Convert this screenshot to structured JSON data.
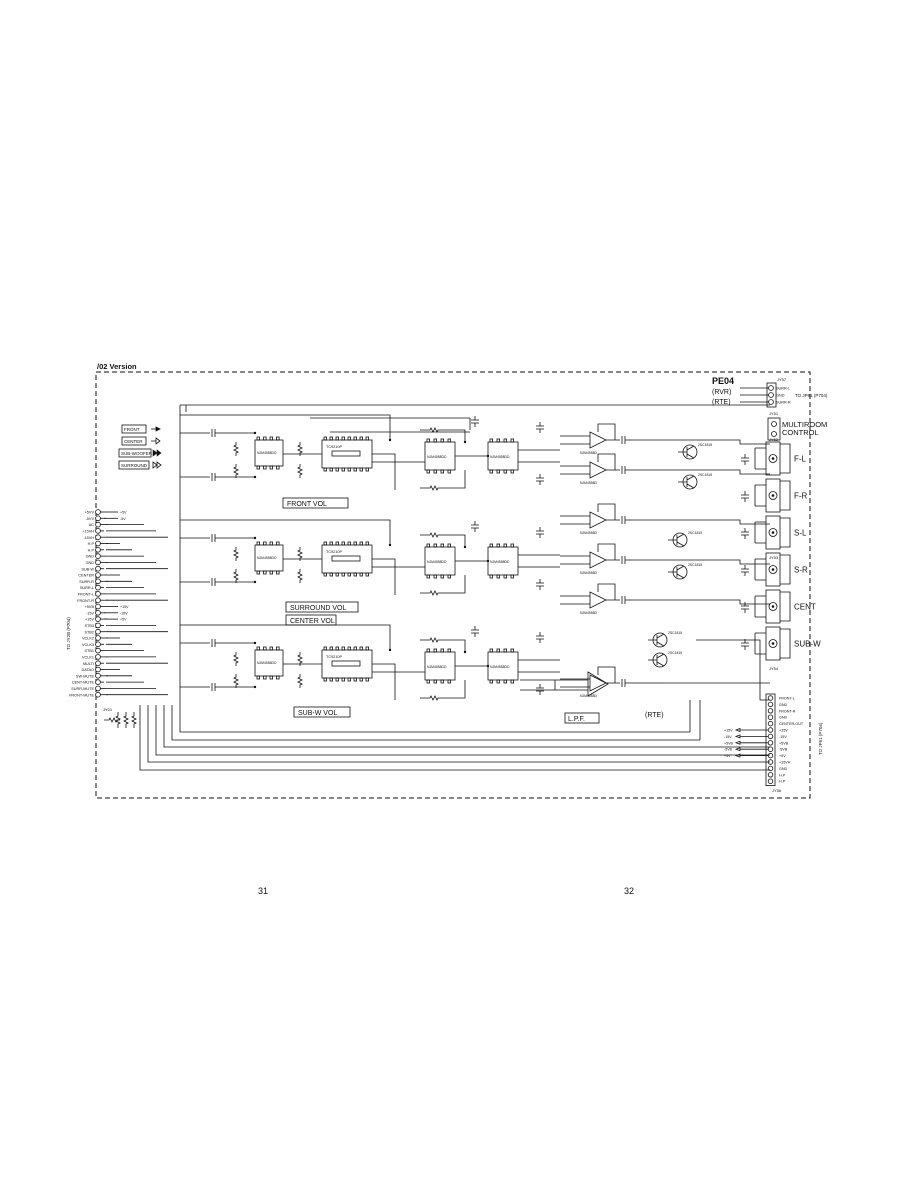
{
  "version_label": "/02 Version",
  "board": {
    "id": "PE04",
    "variants": [
      "(RVR)",
      "(RTE)"
    ],
    "rte_bottom": "(RTE)"
  },
  "legend": [
    {
      "label": "FRONT",
      "icon": "filled-arrow-icon"
    },
    {
      "label": "CENTER",
      "icon": "outline-arrow-icon"
    },
    {
      "label": "SUB-WOOFER",
      "icon": "double-arrow-icon"
    },
    {
      "label": "SURROUND",
      "icon": "outline-double-arrow-icon"
    }
  ],
  "blocks": {
    "front_vol": "FRONT VOL",
    "surround_vol": "SURROUND VOL",
    "center_vol": "CENTER VOL",
    "subw_vol": "SUB-W VOL",
    "lpf": "L.P.F."
  },
  "ics": {
    "vol_ic": "TC9210P",
    "opamp": "NJM4558DD",
    "opamp_b": "NJM4558D",
    "transistor": "2SC1815"
  },
  "left_connector": {
    "ref": "JY01",
    "note": "TO JY2B (P704)",
    "pins": [
      "+5VV",
      "-5VV",
      "AC",
      "+15VH",
      "-15VH",
      "H.P",
      "H.P",
      "GND",
      "GND",
      "SUB-W",
      "CENTER",
      "SURR-R",
      "SURR-L",
      "FRONT-L",
      "FRONT-R",
      "+5VB",
      "-15V",
      "+15V",
      "STB3",
      "STB2",
      "VCLK2",
      "VCLK3",
      "STB1",
      "VCLK1",
      "MULTI",
      "DATAO",
      "SW-MUTE",
      "CENT-MUTE",
      "SURR-MUTE",
      "FRONT-MUTE"
    ],
    "rails": [
      "+5V",
      "-5V",
      "+15V",
      "-15V",
      "+5V",
      "-15V",
      "+15V"
    ]
  },
  "top_right_connector": {
    "ref": "JY57",
    "note": "TO JP61 (P704)",
    "pins": [
      "SURR-L",
      "GND",
      "SURR-R"
    ]
  },
  "jacks": {
    "multiroom": [
      "MULTIROOM",
      "CONTROL"
    ],
    "outputs": [
      "F-L",
      "F-R",
      "S-L",
      "S-R",
      "CENT",
      "SUB-W"
    ],
    "jy51": "JY51",
    "jy52": "JY52",
    "jy53": "JY53",
    "jy54": "JY54"
  },
  "right_connector": {
    "ref": "JY56",
    "note": "TO JP61 (P704)",
    "pins": [
      "FRONT-L",
      "GND",
      "FRONT-R",
      "GND",
      "CENTER-OUT",
      "+15V",
      "-15V",
      "+5VB",
      "-5VB",
      "+5V",
      "+15VH",
      "GND",
      "H.P",
      "H.P"
    ],
    "rails": [
      "+15V",
      "-15V",
      "+5VB",
      "-5VB",
      "+5V"
    ]
  },
  "page_numbers": [
    "31",
    "32"
  ]
}
